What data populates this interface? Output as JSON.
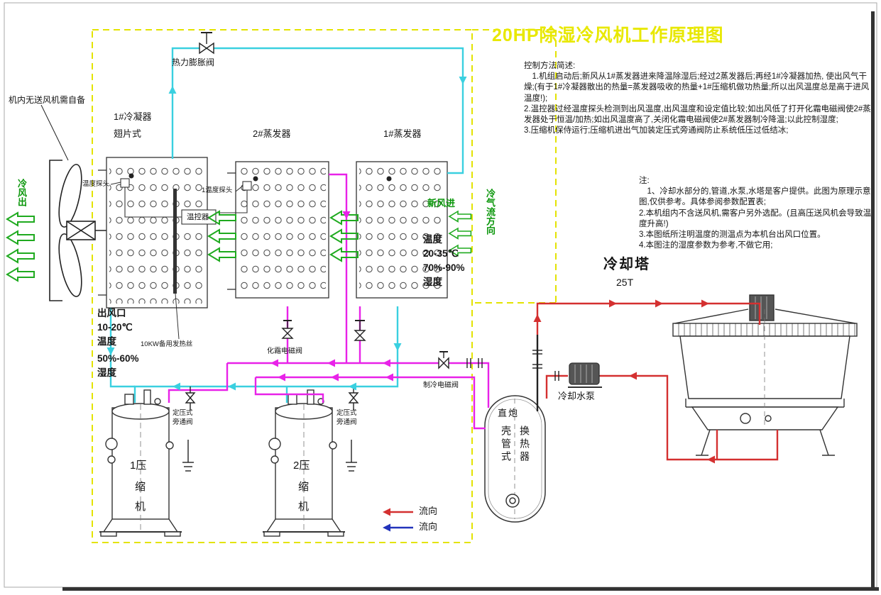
{
  "title": "20HP除湿冷风机工作原理图",
  "colors": {
    "pipe_cyan": "#3ad0e0",
    "pipe_magenta": "#e822e8",
    "pipe_red": "#d43030",
    "arrow_green": "#1faa1f",
    "dashed_border": "#e3e300",
    "title_text": "#e8e800",
    "green_text": "#0a960a",
    "legend_blue": "#2233bb"
  },
  "control": {
    "heading": "控制方法简述:",
    "p1": "　1.机组启动后;新风从1#蒸发器进来降温除湿后;经过2蒸发器后;再经1#冷凝器加热, 使出风气干燥;(有于1#冷凝器散出的热量=蒸发器吸收的热量+1#压缩机做功热量;所以出风温度总是高于进风温度!);",
    "p2": "2.温控器过经温度探头检测到出风温度,出风温度和设定值比较;如出风低了打开化霜电磁阀使2#蒸发器处于恒温/加热;如出风温度高了,关闭化霜电磁阀使2#蒸发器制冷降温;以此控制湿度;",
    "p3": "3.压缩机保侍运行;压缩机进出气加装定压式旁通阀防止系统低压过低结冰;"
  },
  "notes": {
    "heading": "注:",
    "p1": "　1、冷却水部分的,管道,水泵,水塔是客户提供。此图为原理示意图,仅供参考。具体参阅参数配置表;",
    "p2": "2.本机组内不含送风机,需客户另外选配。(且高压送风机会导致温度升高!)",
    "p3": "3.本图纸所注明温度的测温点为本机台出风口位置。",
    "p4": "4.本图注的湿度参数为参考,不做它用;"
  },
  "labels": {
    "fan_note": "机内无送风机需自备",
    "cold_air_out": "冷风出",
    "expansion_valve": "热力膨胀阀",
    "condenser_name": "1#冷凝器",
    "condenser_type": "翅片式",
    "evaporator2": "2#蒸发器",
    "evaporator1": "1#蒸发器",
    "probe_condenser": "温度探头",
    "probe_evap": "1温度探头",
    "thermostat": "温控器",
    "fresh_air_in": "新风进",
    "air_flow_direction": "冷气流方向",
    "heater": "10KW备用发热丝",
    "defrost_valve": "化霜电磁阀",
    "cooling_valve": "制冷电磁阀",
    "bypass_l1": "定压式",
    "bypass_l2": "旁通阀",
    "outlet": {
      "l1": "出风口",
      "l2": "10-20℃",
      "l3": "温度",
      "l4": "50%-60%",
      "l5": "湿度"
    },
    "inlet": {
      "l1": "温度",
      "l2": "20-35℃",
      "l3": "70%-90%",
      "l4": "湿度"
    },
    "comp1": {
      "l1": "1压",
      "l2": "缩",
      "l3": "机"
    },
    "comp2": {
      "l1": "2压",
      "l2": "缩",
      "l3": "机"
    },
    "exchanger_top": "直炮",
    "exchanger_body": "壳管式换热器",
    "pump": "冷却水泵",
    "tower": "冷却塔",
    "tower_capacity": "25T",
    "legend_flow_red": "流向",
    "legend_flow_blue": "流向"
  }
}
